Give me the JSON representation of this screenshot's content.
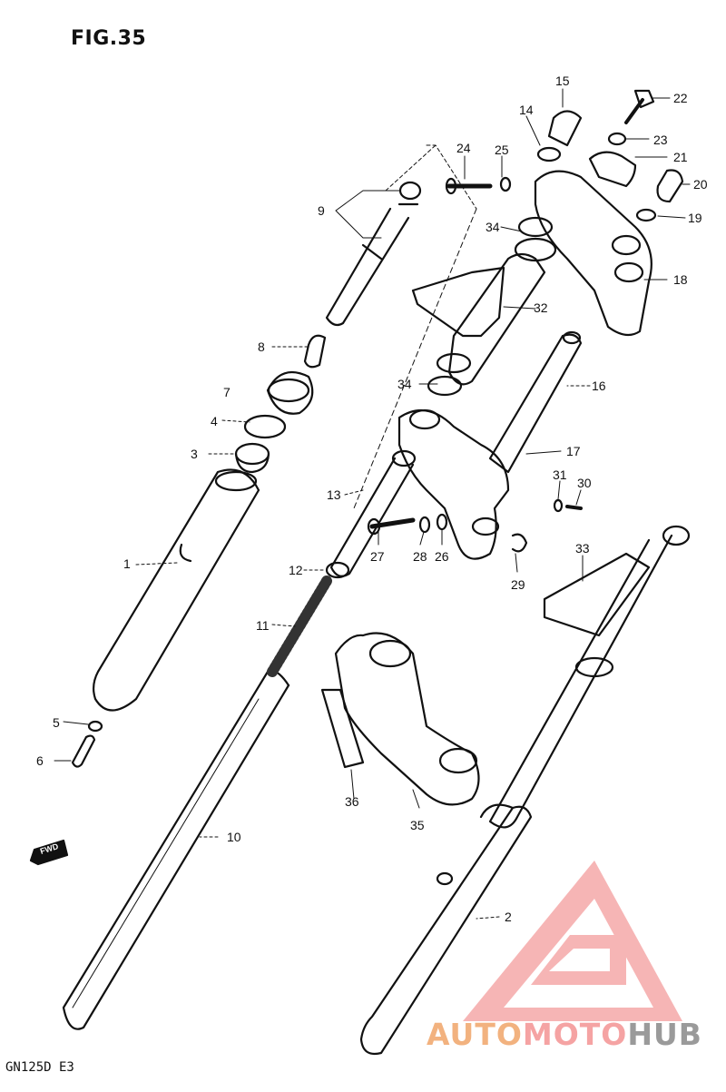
{
  "figure": {
    "title": "FIG.35",
    "model": "GN125D  E3"
  },
  "fwd_label": "FWD",
  "watermark": {
    "part1": "AUTO",
    "part2": "MOTO",
    "part3": "HUB"
  },
  "callouts": [
    {
      "id": "c1",
      "text": "1"
    },
    {
      "id": "c2",
      "text": "2"
    },
    {
      "id": "c3",
      "text": "3"
    },
    {
      "id": "c4",
      "text": "4"
    },
    {
      "id": "c5",
      "text": "5"
    },
    {
      "id": "c6",
      "text": "6"
    },
    {
      "id": "c7",
      "text": "7"
    },
    {
      "id": "c8",
      "text": "8"
    },
    {
      "id": "c9",
      "text": "9"
    },
    {
      "id": "c10",
      "text": "10"
    },
    {
      "id": "c11",
      "text": "11"
    },
    {
      "id": "c12",
      "text": "12"
    },
    {
      "id": "c13",
      "text": "13"
    },
    {
      "id": "c14",
      "text": "14"
    },
    {
      "id": "c15",
      "text": "15"
    },
    {
      "id": "c16",
      "text": "16"
    },
    {
      "id": "c17",
      "text": "17"
    },
    {
      "id": "c18",
      "text": "18"
    },
    {
      "id": "c19",
      "text": "19"
    },
    {
      "id": "c20",
      "text": "20"
    },
    {
      "id": "c21",
      "text": "21"
    },
    {
      "id": "c22",
      "text": "22"
    },
    {
      "id": "c23",
      "text": "23"
    },
    {
      "id": "c24",
      "text": "24"
    },
    {
      "id": "c25",
      "text": "25"
    },
    {
      "id": "c26",
      "text": "26"
    },
    {
      "id": "c27",
      "text": "27"
    },
    {
      "id": "c28",
      "text": "28"
    },
    {
      "id": "c29",
      "text": "29"
    },
    {
      "id": "c30",
      "text": "30"
    },
    {
      "id": "c31",
      "text": "31"
    },
    {
      "id": "c32",
      "text": "32"
    },
    {
      "id": "c33",
      "text": "33"
    },
    {
      "id": "c34a",
      "text": "34"
    },
    {
      "id": "c34b",
      "text": "34"
    },
    {
      "id": "c35",
      "text": "35"
    },
    {
      "id": "c36",
      "text": "36"
    }
  ]
}
